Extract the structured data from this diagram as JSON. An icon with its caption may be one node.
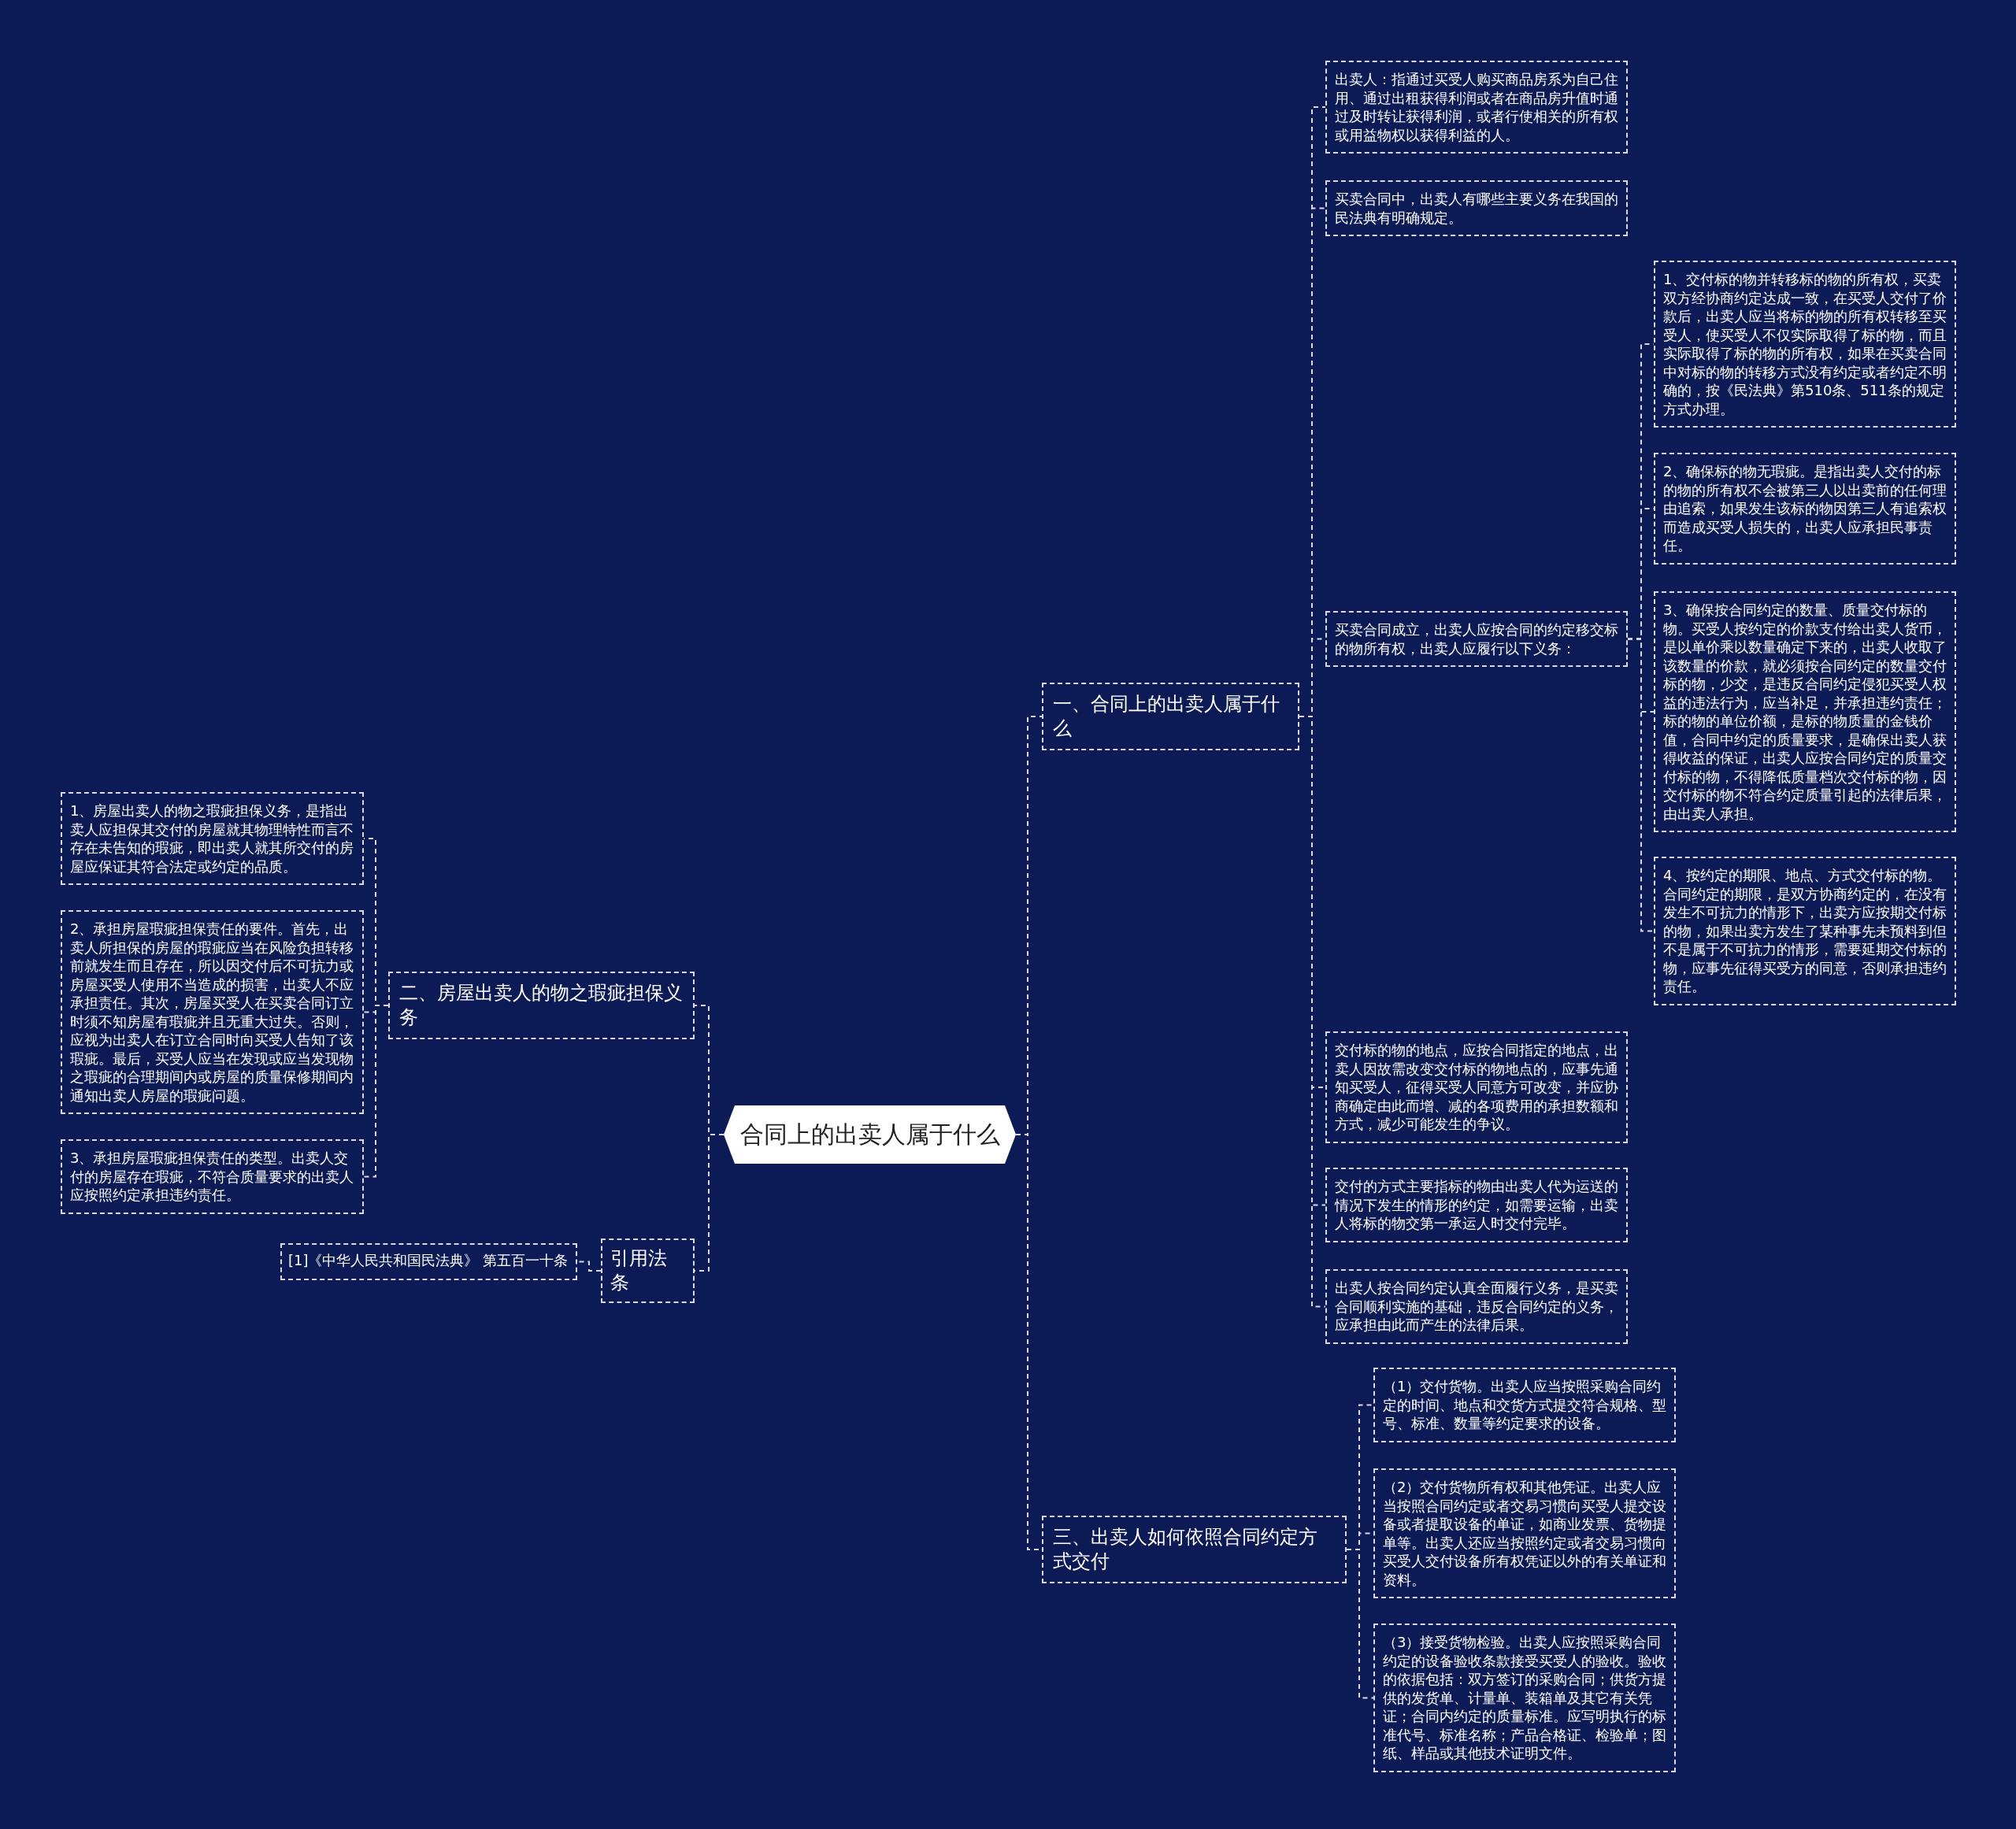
{
  "diagram": {
    "nodes": [
      {
        "text": [
          "合同上的出卖人属于什么"
        ]
      },
      {
        "text": [
          "一、合同上的出卖人属于什么"
        ]
      },
      {
        "text": [
          "出卖人：指通过买受人购买商品房系为自己住用、通过出租获得利润或者在商品房升值时通过及时转让获得利润，或者行使相关的所有权或用益物权以获得利益的人。"
        ]
      },
      {
        "text": [
          "买卖合同中，出卖人有哪些主要义务在我国的民法典有明确规定。"
        ]
      },
      {
        "text": [
          "买卖合同成立，出卖人应按合同的约定移交标的物所有权，出卖人应履行以下义务："
        ]
      },
      {
        "text": [
          "1、交付标的物并转移标的物的所有权，买卖双方经协商约定达成一致，在买受人交付了价款后，出卖人应当将标的物的所有权转移至买受人，使买受人不仅实际取得了标的物，而且实际取得了标的物的所有权，如果在买卖合同中对标的物的转移方式没有约定或者约定不明确的，按《民法典》第510条、511条的规定方式办理。"
        ]
      },
      {
        "text": [
          "2、确保标的物无瑕疵。是指出卖人交付的标的物的所有权不会被第三人以出卖前的任何理由追索，如果发生该标的物因第三人有追索权而造成买受人损失的，出卖人应承担民事责任。"
        ]
      },
      {
        "text": [
          "3、确保按合同约定的数量、质量交付标的物。买受人按约定的价款支付给出卖人货币，是以单价乘以数量确定下来的，出卖人收取了该数量的价款，就必须按合同约定的数量交付标的物，少交，是违反合同约定侵犯买受人权益的违法行为，应当补足，并承担违约责任；标的物的单位价额，是标的物质量的金钱价值，合同中约定的质量要求，是确保出卖人获得收益的保证，出卖人应按合同约定的质量交付标的物，不得降低质量档次交付标的物，因交付标的物不符合约定质量引起的法律后果，由出卖人承担。"
        ]
      },
      {
        "text": [
          "4、按约定的期限、地点、方式交付标的物。合同约定的期限，是双方协商约定的，在没有发生不可抗力的情形下，出卖方应按期交付标的物，如果出卖方发生了某种事先未预料到但不是属于不可抗力的情形，需要延期交付标的物，应事先征得买受方的同意，否则承担违约责任。"
        ]
      },
      {
        "text": [
          "交付标的物的地点，应按合同指定的地点，出卖人因故需改变交付标的物地点的，应事先通知买受人，征得买受人同意方可改变，并应协商确定由此而增、减的各项费用的承担数额和方式，减少可能发生的争议。"
        ]
      },
      {
        "text": [
          "交付的方式主要指标的物由出卖人代为运送的情况下发生的情形的约定，如需要运输，出卖人将标的物交第一承运人时交付完毕。"
        ]
      },
      {
        "text": [
          "出卖人按合同约定认真全面履行义务，是买卖合同顺利实施的基础，违反合同约定的义务，应承担由此而产生的法律后果。"
        ]
      },
      {
        "text": [
          "三、出卖人如何依照合同约定方式交付"
        ]
      },
      {
        "text": [
          "（1）交付货物。出卖人应当按照采购合同约定的时间、地点和交货方式提交符合规格、型号、标准、数量等约定要求的设备。"
        ]
      },
      {
        "text": [
          "（2）交付货物所有权和其他凭证。出卖人应当按照合同约定或者交易习惯向买受人提交设备或者提取设备的单证，如商业发票、货物提单等。出卖人还应当按照约定或者交易习惯向买受人交付设备所有权凭证以外的有关单证和资料。"
        ]
      },
      {
        "text": [
          "（3）接受货物检验。出卖人应按照采购合同约定的设备验收条款接受买受人的验收。验收的依据包括：双方签订的采购合同；供货方提供的发货单、计量单、装箱单及其它有关凭证；合同内约定的质量标准。应写明执行的标准代号、标准名称；产品合格证、检验单；图纸、样品或其他技术证明文件。"
        ]
      },
      {
        "text": [
          "二、房屋出卖人的物之瑕疵担保义务"
        ]
      },
      {
        "text": [
          "1、房屋出卖人的物之瑕疵担保义务，是指出卖人应担保其交付的房屋就其物理特性而言不存在未告知的瑕疵，即出卖人就其所交付的房屋应保证其符合法定或约定的品质。"
        ]
      },
      {
        "text": [
          "2、承担房屋瑕疵担保责任的要件。首先，出卖人所担保的房屋的瑕疵应当在风险负担转移前就发生而且存在，所以因交付后不可抗力或房屋买受人使用不当造成的损害，出卖人不应承担责任。其次，房屋买受人在买卖合同订立时须不知房屋有瑕疵并且无重大过失。否则，应视为出卖人在订立合同时向买受人告知了该瑕疵。最后，买受人应当在发现或应当发现物之瑕疵的合理期间内或房屋的质量保修期间内通知出卖人房屋的瑕疵问题。"
        ]
      },
      {
        "text": [
          "3、承担房屋瑕疵担保责任的类型。出卖人交付的房屋存在瑕疵，不符合质量要求的出卖人应按照约定承担违约责任。"
        ]
      },
      {
        "text": [
          "引用法条"
        ]
      },
      {
        "text": [
          "[1]《中华人民共和国民法典》 第五百一十条"
        ]
      }
    ],
    "edges": [
      {
        "from": 0,
        "to": 1,
        "arrow": "none"
      },
      {
        "from": 1,
        "to": 2,
        "arrow": "none"
      },
      {
        "from": 1,
        "to": 3,
        "arrow": "none"
      },
      {
        "from": 1,
        "to": 4,
        "arrow": "none"
      },
      {
        "from": 4,
        "to": 5,
        "arrow": "none"
      },
      {
        "from": 4,
        "to": 6,
        "arrow": "none"
      },
      {
        "from": 4,
        "to": 7,
        "arrow": "none"
      },
      {
        "from": 4,
        "to": 8,
        "arrow": "none"
      },
      {
        "from": 1,
        "to": 9,
        "arrow": "none"
      },
      {
        "from": 1,
        "to": 10,
        "arrow": "none"
      },
      {
        "from": 1,
        "to": 11,
        "arrow": "none"
      },
      {
        "from": 0,
        "to": 12,
        "arrow": "none"
      },
      {
        "from": 12,
        "to": 13,
        "arrow": "none"
      },
      {
        "from": 12,
        "to": 14,
        "arrow": "none"
      },
      {
        "from": 12,
        "to": 15,
        "arrow": "none"
      },
      {
        "from": 0,
        "to": 16,
        "arrow": "none"
      },
      {
        "from": 16,
        "to": 17,
        "arrow": "none"
      },
      {
        "from": 16,
        "to": 18,
        "arrow": "none"
      },
      {
        "from": 16,
        "to": 19,
        "arrow": "none"
      },
      {
        "from": 0,
        "to": 20,
        "arrow": "none"
      },
      {
        "from": 20,
        "to": 21,
        "arrow": "none"
      }
    ]
  }
}
